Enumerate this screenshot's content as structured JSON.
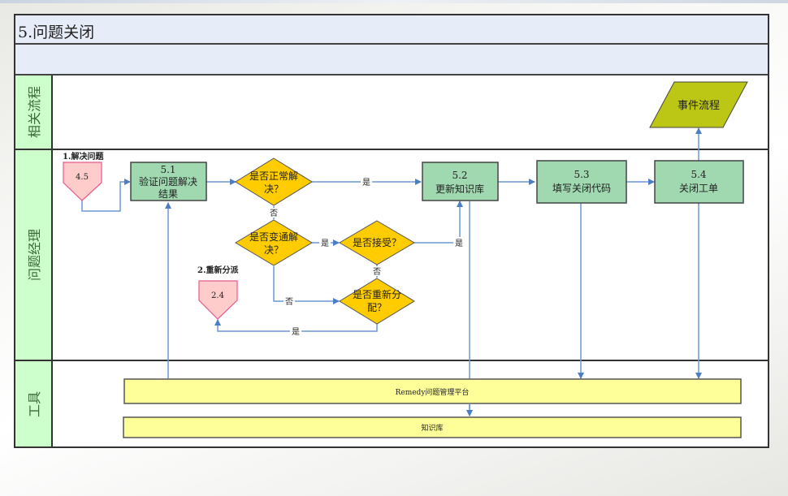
{
  "title": "5.问题关闭",
  "lanes": [
    {
      "label": "相关流程"
    },
    {
      "label": "问题经理"
    },
    {
      "label": "工具"
    }
  ],
  "nodes": {
    "n51": {
      "id": "5.1",
      "label_line1": "验证问题解决",
      "label_line2": "结果"
    },
    "n52": {
      "id": "5.2",
      "label": "更新知识库"
    },
    "n53": {
      "id": "5.3",
      "label": "填写关闭代码"
    },
    "n54": {
      "id": "5.4",
      "label": "关闭工单"
    },
    "d1": {
      "label_line1": "是否正常解",
      "label_line2": "决？"
    },
    "d2": {
      "label_line1": "是否变通解",
      "label_line2": "决？"
    },
    "d3": {
      "label": "是否接受？"
    },
    "d4": {
      "label_line1": "是否重新分",
      "label_line2": "配？"
    },
    "ref1": {
      "caption": "1.解决问题",
      "value": "4.5"
    },
    "ref2": {
      "caption": "2.重新分派",
      "value": "2.4"
    },
    "event": {
      "label": "事件流程"
    },
    "tool_remedy": {
      "label": "Remedy问题管理平台"
    },
    "tool_kb": {
      "label": "知识库"
    }
  },
  "edge_labels": {
    "yes": "是",
    "no": "否"
  },
  "colors": {
    "process_fill": "#a0d8b0",
    "decision_fill": "#ffcc00",
    "ref_fill": "#ffcccc",
    "ref_stroke": "#e85a8a",
    "event_fill": "#bcc614",
    "tool_fill": "#ffff99",
    "lane_label_fill": "#ccffcc",
    "header_fill": "#e6edf8",
    "connector": "#4a7fc8"
  }
}
